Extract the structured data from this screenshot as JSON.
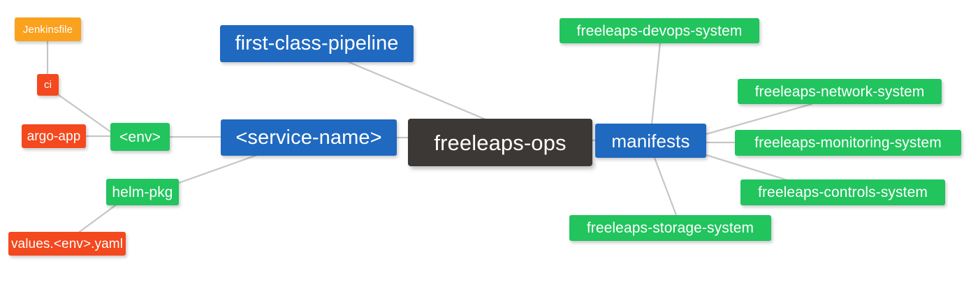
{
  "diagram": {
    "type": "mind-map",
    "background": "#ffffff",
    "edge_color": "#c6c6c6",
    "palette": {
      "root_dark": "#3c3835",
      "blue": "#2069c0",
      "green": "#21c45d",
      "orange": "#faa11e",
      "red": "#f4481e",
      "label_text": "#ffffff"
    },
    "root": {
      "label": "freeleaps-ops"
    },
    "nodes": [
      {
        "id": "jenkinsfile",
        "label": "Jenkinsfile",
        "color": "orange"
      },
      {
        "id": "ci",
        "label": "ci",
        "color": "red"
      },
      {
        "id": "argo-app",
        "label": "argo-app",
        "color": "red"
      },
      {
        "id": "env",
        "label": "<env>",
        "color": "green"
      },
      {
        "id": "helm-pkg",
        "label": "helm-pkg",
        "color": "green"
      },
      {
        "id": "values-yaml",
        "label": "values.<env>.yaml",
        "color": "red"
      },
      {
        "id": "pipeline",
        "label": "first-class-pipeline",
        "color": "blue"
      },
      {
        "id": "service-name",
        "label": "<service-name>",
        "color": "blue"
      },
      {
        "id": "freeleaps-ops",
        "label": "freeleaps-ops",
        "color": "root_dark"
      },
      {
        "id": "manifests",
        "label": "manifests",
        "color": "blue"
      },
      {
        "id": "devops",
        "label": "freeleaps-devops-system",
        "color": "green"
      },
      {
        "id": "network",
        "label": "freeleaps-network-system",
        "color": "green"
      },
      {
        "id": "monitoring",
        "label": "freeleaps-monitoring-system",
        "color": "green"
      },
      {
        "id": "controls",
        "label": "freeleaps-controls-system",
        "color": "green"
      },
      {
        "id": "storage",
        "label": "freeleaps-storage-system",
        "color": "green"
      }
    ],
    "edges": [
      {
        "from": "jenkinsfile",
        "to": "ci"
      },
      {
        "from": "ci",
        "to": "env"
      },
      {
        "from": "argo-app",
        "to": "env"
      },
      {
        "from": "env",
        "to": "service-name"
      },
      {
        "from": "helm-pkg",
        "to": "service-name"
      },
      {
        "from": "values-yaml",
        "to": "helm-pkg"
      },
      {
        "from": "pipeline",
        "to": "freeleaps-ops"
      },
      {
        "from": "service-name",
        "to": "freeleaps-ops"
      },
      {
        "from": "freeleaps-ops",
        "to": "manifests"
      },
      {
        "from": "manifests",
        "to": "devops"
      },
      {
        "from": "manifests",
        "to": "network"
      },
      {
        "from": "manifests",
        "to": "monitoring"
      },
      {
        "from": "manifests",
        "to": "controls"
      },
      {
        "from": "manifests",
        "to": "storage"
      }
    ]
  }
}
